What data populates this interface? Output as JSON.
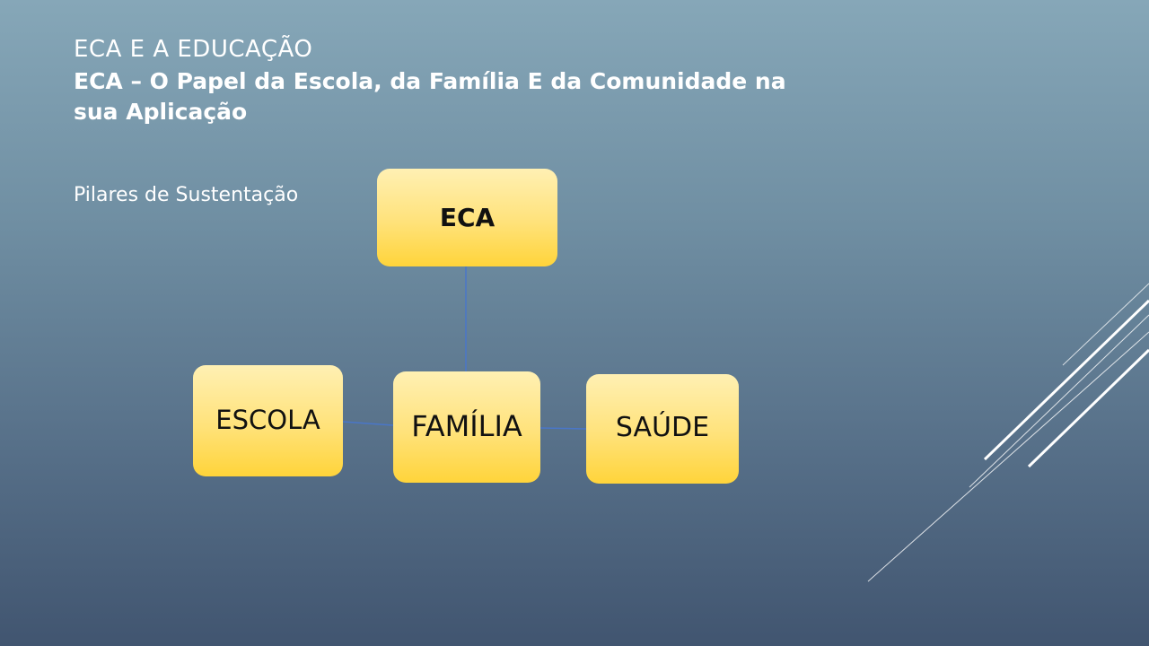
{
  "slide": {
    "title_line1": "ECA E A EDUCAÇÃO",
    "title_line2": "ECA – O Papel da Escola, da Família E da Comunidade na sua Aplicação",
    "subtitle": "Pilares de Sustentação"
  },
  "diagram": {
    "nodes": {
      "eca": "ECA",
      "escola": "ESCOLA",
      "familia": "FAMÍLIA",
      "saude": "SAÚDE"
    },
    "edges": [
      {
        "from": "eca",
        "to": "familia"
      },
      {
        "from": "escola",
        "to": "familia"
      },
      {
        "from": "familia",
        "to": "saude"
      }
    ]
  },
  "colors": {
    "node_fill_top": "#fff0b3",
    "node_fill_bottom": "#ffd43a",
    "connector": "#4a76c8",
    "text_light": "#ffffff",
    "text_dark": "#111111"
  }
}
